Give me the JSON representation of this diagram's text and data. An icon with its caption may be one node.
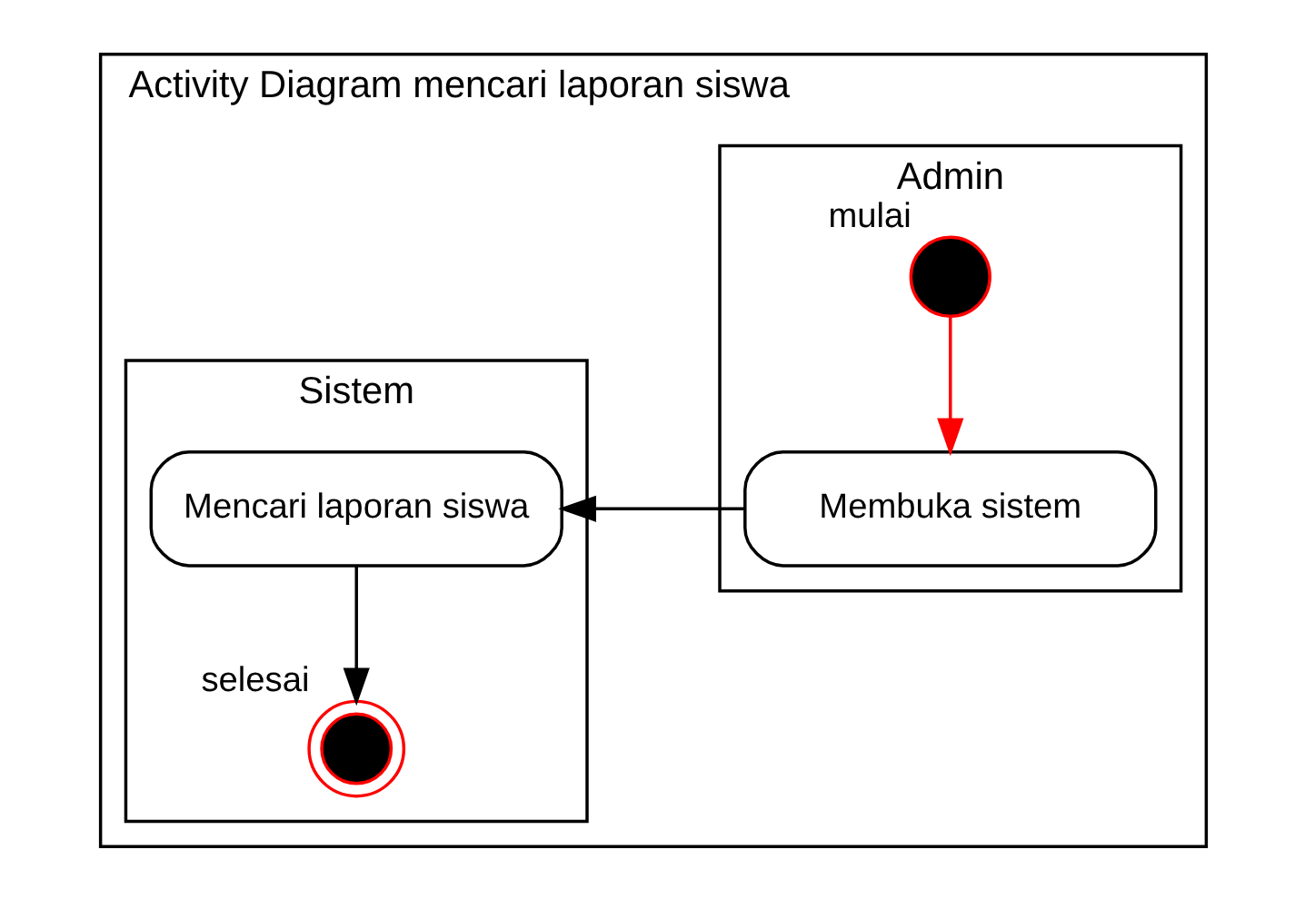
{
  "diagram": {
    "nodes": [
      {
        "text": [
          "Activity Diagram mencari laporan siswa"
        ]
      },
      {
        "text": [
          "Admin"
        ],
        "in": 0
      },
      {
        "text": [
          "Sistem"
        ],
        "in": 0
      },
      {
        "text": [],
        "shape": "circle",
        "in": 1,
        "beside": [
          "mulai"
        ]
      },
      {
        "text": [
          "Membuka sistem"
        ],
        "in": 1
      },
      {
        "text": [
          "Mencari laporan siswa"
        ],
        "in": 2
      },
      {
        "text": [],
        "shape": "circle",
        "in": 2,
        "beside": [
          "selesai"
        ]
      }
    ],
    "edges": [
      {
        "from": 3,
        "to": 4,
        "arrow": "to",
        "color": "#ff0000"
      },
      {
        "from": 4,
        "to": 5,
        "arrow": "to"
      },
      {
        "from": 5,
        "to": 6,
        "arrow": "to"
      }
    ]
  }
}
